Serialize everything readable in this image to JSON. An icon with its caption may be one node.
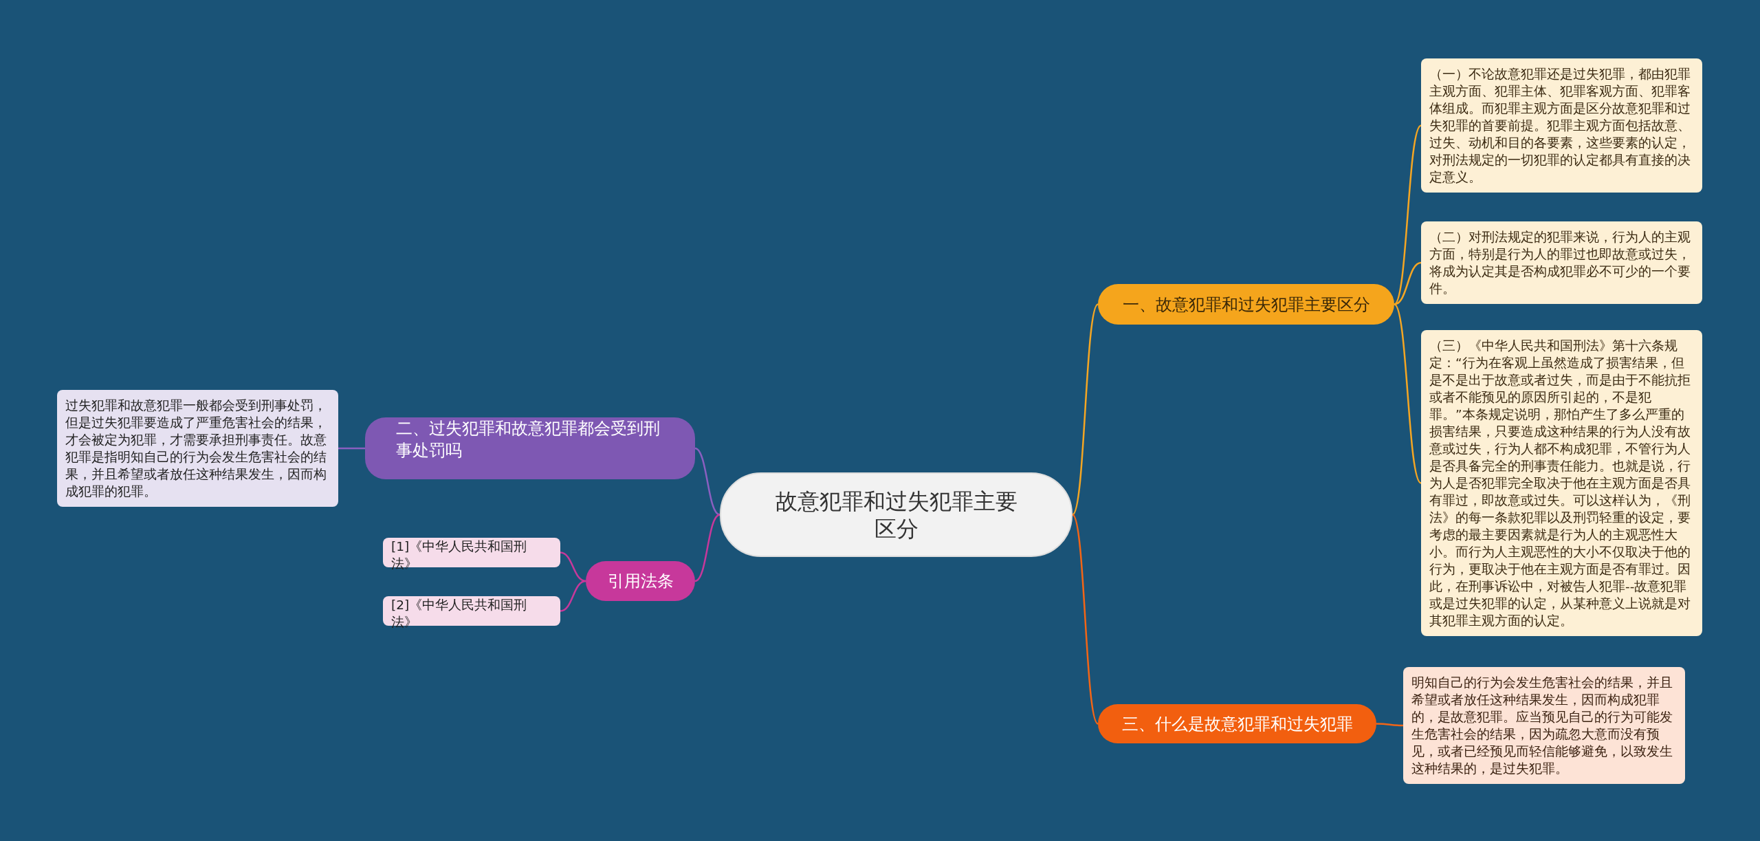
{
  "diagram": {
    "nodes": [
      {
        "text": [
          "故意犯罪和过失犯罪主要区分"
        ]
      },
      {
        "text": [
          "一、故意犯罪和过失犯罪主要区分"
        ]
      },
      {
        "text": [
          "（一）不论故意犯罪还是过失犯罪，都由犯罪主观方面、犯罪主体、犯罪客观方面、犯罪客体组成。而犯罪主观方面是区分故意犯罪和过失犯罪的首要前提。犯罪主观方面包括故意、过失、动机和目的各要素，这些要素的认定，对刑法规定的一切犯罪的认定都具有直接的决定意义。"
        ]
      },
      {
        "text": [
          "（二）对刑法规定的犯罪来说，行为人的主观方面，特别是行为人的罪过也即故意或过失，将成为认定其是否构成犯罪必不可少的一个要件。"
        ]
      },
      {
        "text": [
          "（三）《中华人民共和国刑法》第十六条规定：“行为在客观上虽然造成了损害结果，但是不是出于故意或者过失，而是由于不能抗拒或者不能预见的原因所引起的，不是犯罪。”本条规定说明，那怕产生了多么严重的损害结果，只要造成这种结果的行为人没有故意或过失，行为人都不构成犯罪，不管行为人是否具备完全的刑事责任能力。也就是说，行为人是否犯罪完全取决于他在主观方面是否具有罪过，即故意或过失。可以这样认为，《刑法》的每一条款犯罪以及刑罚轻重的设定，要考虑的最主要因素就是行为人的主观恶性大小。而行为人主观恶性的大小不仅取决于他的行为，更取决于他在主观方面是否有罪过。因此，在刑事诉讼中，对被告人犯罪--故意犯罪或是过失犯罪的认定，从某种意义上说就是对其犯罪主观方面的认定。"
        ]
      },
      {
        "text": [
          "二、过失犯罪和故意犯罪都会受到刑事处罚吗"
        ]
      },
      {
        "text": [
          "过失犯罪和故意犯罪一般都会受到刑事处罚，但是过失犯罪要造成了严重危害社会的结果，才会被定为犯罪，才需要承担刑事责任。故意犯罪是指明知自己的行为会发生危害社会的结果，并且希望或者放任这种结果发生，因而构成犯罪的犯罪。"
        ]
      },
      {
        "text": [
          "引用法条"
        ]
      },
      {
        "text": [
          "[1]《中华人民共和国刑法》"
        ]
      },
      {
        "text": [
          "[2]《中华人民共和国刑法》"
        ]
      },
      {
        "text": [
          "三、什么是故意犯罪和过失犯罪"
        ]
      },
      {
        "text": [
          "明知自己的行为会发生危害社会的结果，并且希望或者放任这种结果发生，因而构成犯罪的，是故意犯罪。应当预见自己的行为可能发生危害社会的结果，因为疏忽大意而没有预见，或者已经预见而轻信能够避免，以致发生这种结果的，是过失犯罪。"
        ]
      }
    ],
    "edges": [
      {
        "from": 0,
        "to": 1,
        "arrow": "none",
        "color": "#f5a623"
      },
      {
        "from": 1,
        "to": 2,
        "arrow": "none",
        "color": "#f5a623"
      },
      {
        "from": 1,
        "to": 3,
        "arrow": "none",
        "color": "#f5a623"
      },
      {
        "from": 1,
        "to": 4,
        "arrow": "none",
        "color": "#f5a623"
      },
      {
        "from": 0,
        "to": 5,
        "arrow": "none",
        "color": "#8a5fc0"
      },
      {
        "from": 5,
        "to": 6,
        "arrow": "none",
        "color": "#8a5fc0"
      },
      {
        "from": 0,
        "to": 7,
        "arrow": "none",
        "color": "#c7389b"
      },
      {
        "from": 7,
        "to": 8,
        "arrow": "none",
        "color": "#c7389b"
      },
      {
        "from": 7,
        "to": 9,
        "arrow": "none",
        "color": "#c7389b"
      },
      {
        "from": 0,
        "to": 10,
        "arrow": "none",
        "color": "#f26516"
      },
      {
        "from": 10,
        "to": 11,
        "arrow": "none",
        "color": "#f26516"
      }
    ]
  }
}
